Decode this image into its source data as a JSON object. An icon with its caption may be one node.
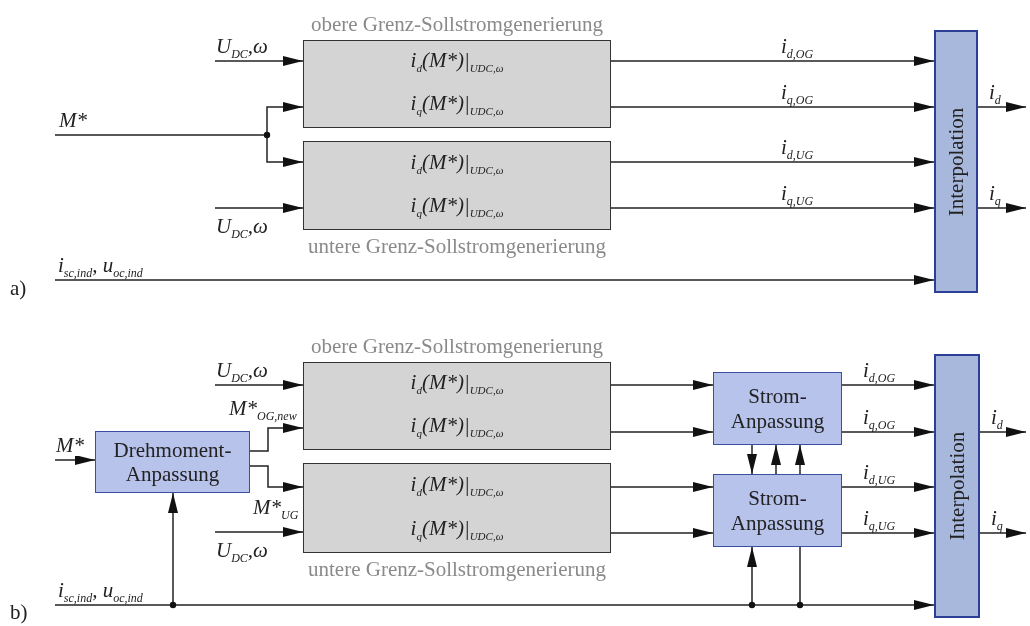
{
  "diagram": {
    "nodes": [
      {
        "text": [
          "obere Grenz-Sollstromgenerierung",
          "i$_{d}$(M*)|$_{UDC,ω}$",
          "i$_{q}$(M*)|$_{UDC,ω}$"
        ]
      },
      {
        "text": [
          "i$_{d}$(M*)|$_{UDC,ω}$",
          "i$_{q}$(M*)|$_{UDC,ω}$",
          "untere Grenz-Sollstromgenerierung"
        ]
      },
      {
        "text": [
          "Interpolation"
        ]
      },
      {
        "text": [
          "Drehmoment-Anpassung"
        ]
      },
      {
        "text": [
          "obere Grenz-Sollstromgenerierung",
          "i$_{d}$(M*)|$_{UDC,ω}$",
          "i$_{q}$(M*)|$_{UDC,ω}$"
        ]
      },
      {
        "text": [
          "i$_{d}$(M*)|$_{UDC,ω}$",
          "i$_{q}$(M*)|$_{UDC,ω}$",
          "untere Grenz-Sollstromgenerierung"
        ]
      },
      {
        "text": [
          "Strom-Anpassung"
        ]
      },
      {
        "text": [
          "Strom-Anpassung"
        ]
      },
      {
        "text": [
          "Interpolation"
        ]
      }
    ],
    "edges": [
      {
        "from": null,
        "to": 0,
        "arrow": "to",
        "label": "U$_{DC}$,ω"
      },
      {
        "from": null,
        "to": 0,
        "arrow": "to",
        "label": "M*"
      },
      {
        "from": null,
        "to": 1,
        "arrow": "to"
      },
      {
        "from": null,
        "to": 1,
        "arrow": "to",
        "label": "U$_{DC}$,ω"
      },
      {
        "from": 0,
        "to": 2,
        "arrow": "to",
        "label": "i$_{d,OG}$"
      },
      {
        "from": 0,
        "to": 2,
        "arrow": "to",
        "label": "i$_{q,OG}$"
      },
      {
        "from": 1,
        "to": 2,
        "arrow": "to",
        "label": "i$_{d,UG}$"
      },
      {
        "from": 1,
        "to": 2,
        "arrow": "to",
        "label": "i$_{q,UG}$"
      },
      {
        "from": 2,
        "to": null,
        "arrow": "to",
        "label": "i$_{d}$"
      },
      {
        "from": 2,
        "to": null,
        "arrow": "to",
        "label": "i$_{q}$"
      },
      {
        "from": null,
        "to": 2,
        "arrow": "to",
        "label": "i$_{sc,ind}$, u$_{oc,ind}$"
      },
      {
        "from": null,
        "to": 3,
        "arrow": "to",
        "label": "M*"
      },
      {
        "from": null,
        "to": 4,
        "arrow": "to",
        "label": "U$_{DC}$,ω"
      },
      {
        "from": 3,
        "to": 4,
        "arrow": "to",
        "label": "M*$_{OG,new}$"
      },
      {
        "from": 3,
        "to": 5,
        "arrow": "to",
        "label": "M*$_{UG}$"
      },
      {
        "from": null,
        "to": 5,
        "arrow": "to",
        "label": "U$_{DC}$,ω"
      },
      {
        "from": 4,
        "to": 6,
        "arrow": "to"
      },
      {
        "from": 4,
        "to": 6,
        "arrow": "to"
      },
      {
        "from": 5,
        "to": 7,
        "arrow": "to"
      },
      {
        "from": 5,
        "to": 7,
        "arrow": "to"
      },
      {
        "from": 6,
        "to": 8,
        "arrow": "to",
        "label": "i$_{d,OG}$"
      },
      {
        "from": 6,
        "to": 8,
        "arrow": "to",
        "label": "i$_{q,OG}$"
      },
      {
        "from": 7,
        "to": 8,
        "arrow": "to",
        "label": "i$_{d,UG}$"
      },
      {
        "from": 7,
        "to": 8,
        "arrow": "to",
        "label": "i$_{q,UG}$"
      },
      {
        "from": 8,
        "to": null,
        "arrow": "to",
        "label": "i$_{d}$"
      },
      {
        "from": 8,
        "to": null,
        "arrow": "to",
        "label": "i$_{q}$"
      },
      {
        "from": null,
        "to": 8,
        "arrow": "to",
        "label": "i$_{sc,ind}$, u$_{oc,ind}$"
      },
      {
        "from": null,
        "to": 3,
        "arrow": "to"
      },
      {
        "from": null,
        "to": 7,
        "arrow": "to"
      },
      {
        "from": null,
        "to": 6,
        "arrow": "to"
      },
      {
        "from": 6,
        "to": 7,
        "arrow": "to"
      },
      {
        "from": 7,
        "to": 6,
        "arrow": "to"
      }
    ],
    "labels": [
      "a)",
      "b)"
    ]
  }
}
